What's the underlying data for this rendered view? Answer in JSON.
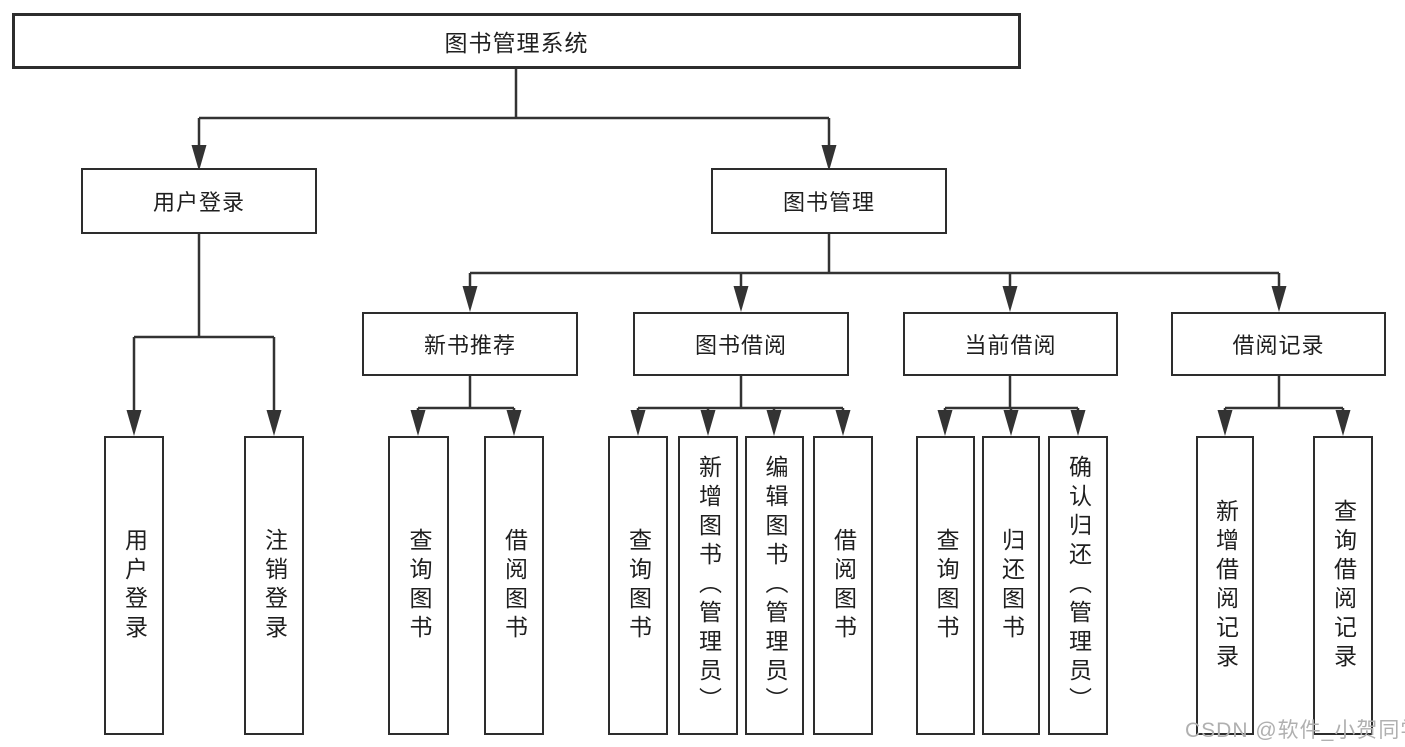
{
  "tree": {
    "label": "图书管理系统",
    "children": [
      {
        "label": "用户登录",
        "children": [
          {
            "label": "用户登录"
          },
          {
            "label": "注销登录"
          }
        ]
      },
      {
        "label": "图书管理",
        "children": [
          {
            "label": "新书推荐",
            "children": [
              {
                "label": "查询图书"
              },
              {
                "label": "借阅图书"
              }
            ]
          },
          {
            "label": "图书借阅",
            "children": [
              {
                "label": "查询图书"
              },
              {
                "label": "新增图书（管理员）"
              },
              {
                "label": "编辑图书（管理员）"
              },
              {
                "label": "借阅图书"
              }
            ]
          },
          {
            "label": "当前借阅",
            "children": [
              {
                "label": "查询图书"
              },
              {
                "label": "归还图书"
              },
              {
                "label": "确认归还（管理员）"
              }
            ]
          },
          {
            "label": "借阅记录",
            "children": [
              {
                "label": "新增借阅记录"
              },
              {
                "label": "查询借阅记录"
              }
            ]
          }
        ]
      }
    ]
  },
  "watermark": {
    "text": "CSDN @软件_小贺同学"
  },
  "colors": {
    "line": "#333333",
    "box_border": "#2d2d2d",
    "text": "#1f1f1f",
    "watermark": "#b0b0b0",
    "background": "#ffffff"
  }
}
